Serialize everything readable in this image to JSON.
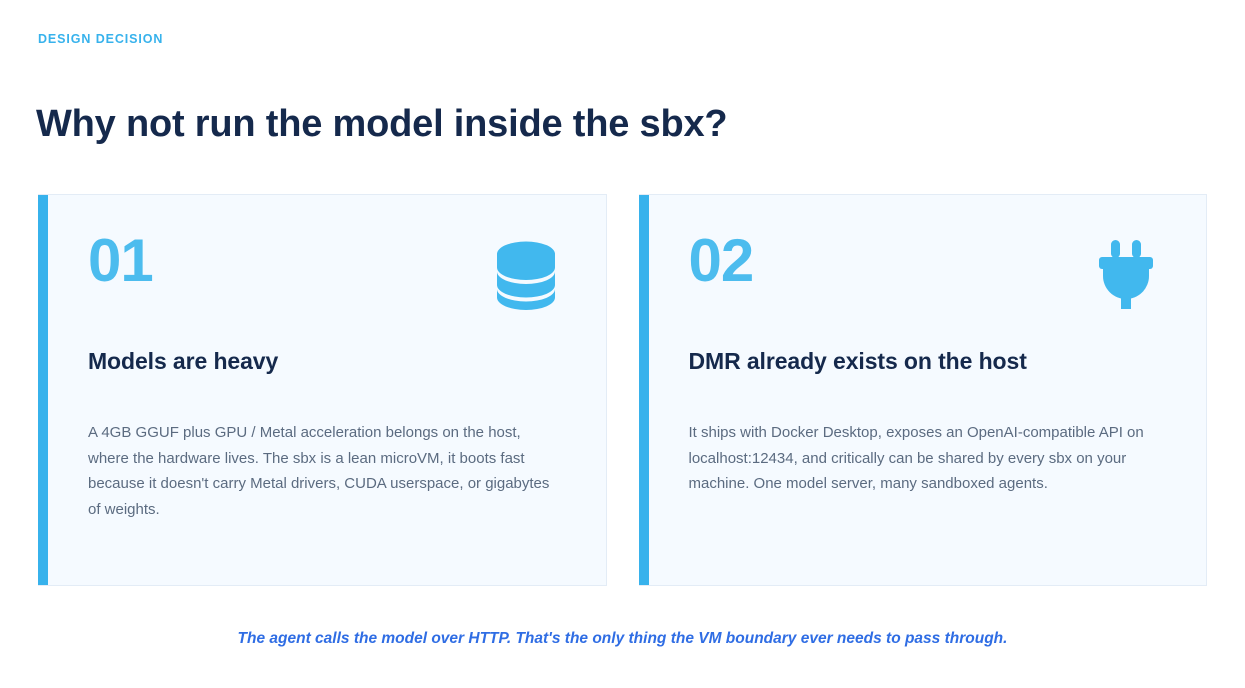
{
  "header": {
    "eyebrow": "DESIGN DECISION",
    "title": "Why not run the model inside the sbx?"
  },
  "cards": [
    {
      "number": "01",
      "icon": "database-icon",
      "heading": "Models are heavy",
      "body": "A 4GB GGUF plus GPU / Metal acceleration belongs on the host, where the hardware lives. The sbx is a lean microVM, it boots fast because it doesn't carry Metal drivers, CUDA userspace, or gigabytes of weights."
    },
    {
      "number": "02",
      "icon": "power-plug-icon",
      "heading": "DMR already exists on the host",
      "body": "It ships with Docker Desktop, exposes an OpenAI-compatible API on localhost:12434, and critically can be shared by every sbx on your machine. One model server, many sandboxed agents."
    }
  ],
  "footer": {
    "note": "The agent calls the model over HTTP. That's the only thing the VM boundary ever needs to pass through."
  },
  "colors": {
    "accent": "#37b2ec",
    "number": "#4cbcee",
    "title": "#15294c",
    "body_text": "#5b6b80",
    "card_background": "#f5faff",
    "card_border": "#e3ecf6",
    "footer_text": "#2f6de4",
    "page_background": "#ffffff"
  }
}
